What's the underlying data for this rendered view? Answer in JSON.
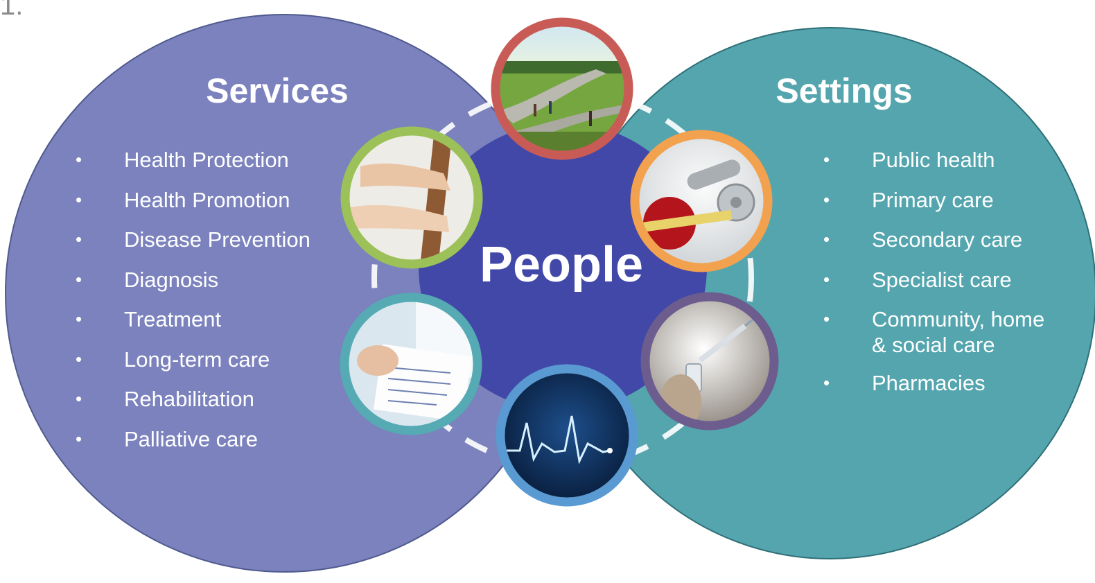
{
  "corner_mark": "1.",
  "center": {
    "label": "People",
    "color": "#4248a8"
  },
  "services": {
    "title": "Services",
    "color": "#7b82bd",
    "items": [
      "Health Protection",
      "Health Promotion",
      "Disease Prevention",
      "Diagnosis",
      "Treatment",
      "Long-term care",
      "Rehabilitation",
      "Palliative care"
    ]
  },
  "settings": {
    "title": "Settings",
    "color": "#54a5ae",
    "items": [
      "Public health",
      "Primary care",
      "Secondary care",
      "Specialist care",
      {
        "line1": "Community, home",
        "line2": "& social care"
      },
      "Pharmacies"
    ]
  },
  "photos": [
    {
      "name": "walking-path-photo",
      "ring_color": "#c95b56"
    },
    {
      "name": "dumbbells-apple-photo",
      "ring_color": "#f2a24e"
    },
    {
      "name": "vaccine-syringe-photo",
      "ring_color": "#6d5c8e"
    },
    {
      "name": "heartbeat-monitor-photo",
      "ring_color": "#5a9ad2"
    },
    {
      "name": "prescription-note-photo",
      "ring_color": "#55aab3"
    },
    {
      "name": "helping-hands-photo",
      "ring_color": "#9cc158"
    }
  ]
}
